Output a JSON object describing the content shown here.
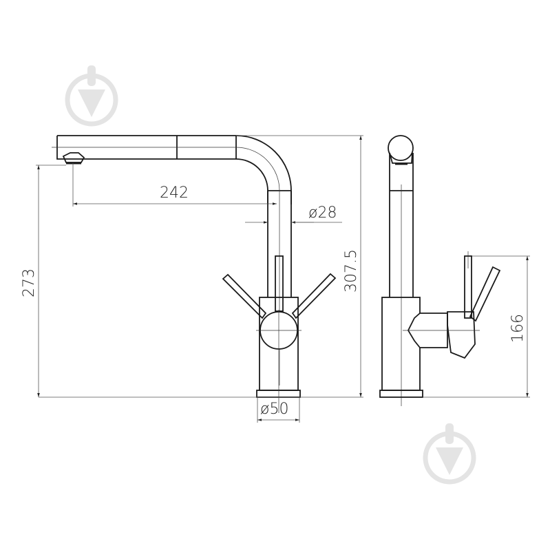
{
  "drawing": {
    "subject": "Kitchen faucet with pull-out spout, front and side views",
    "views": [
      "front-view",
      "side-view"
    ],
    "dimensions": {
      "spout_reach": "242",
      "spout_diameter": "ø28",
      "total_height": "307.5",
      "spout_outlet_height": "273",
      "base_diameter": "ø50",
      "lever_height": "166"
    },
    "colors": {
      "line": "#1a1a1a",
      "dimension_line": "#555555",
      "watermark": "#e4e4e4",
      "background": "#ffffff"
    },
    "watermarks": [
      {
        "icon": "trowel-down-arrow-icon",
        "position": "top-left"
      },
      {
        "icon": "trowel-down-arrow-icon",
        "position": "bottom-right"
      }
    ]
  }
}
